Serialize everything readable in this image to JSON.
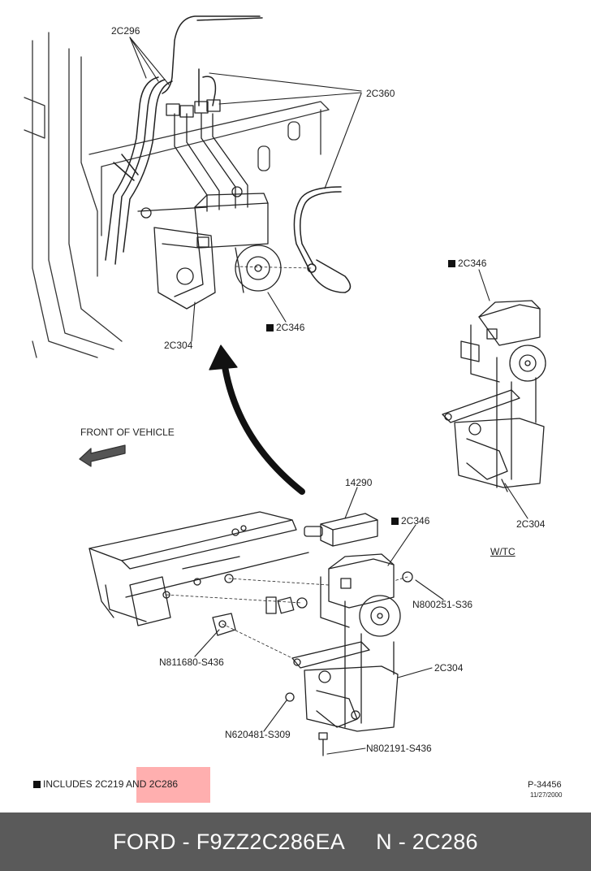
{
  "labels": {
    "top_2c296": "2C296",
    "top_2c360": "2C360",
    "top_2c346": "2C346",
    "top_2c304": "2C304",
    "wtc_2c346": "2C346",
    "wtc_2c304": "2C304",
    "wtc": "W/TC",
    "front_of_vehicle": "FRONT OF VEHICLE",
    "p14290": "14290",
    "bot_2c346": "2C346",
    "n800251": "N800251-S36",
    "n811680": "N811680-S436",
    "bot_2c304": "2C304",
    "n620481": "N620481-S309",
    "n802191": "N802191-S436"
  },
  "note": "INCLUDES 2C219 AND 2C286",
  "ref_number": "P-34456",
  "ref_date": "11/27/2000",
  "footer": {
    "brand_part": "FORD - F9ZZ2C286EA",
    "part_code": "N - 2C286"
  }
}
